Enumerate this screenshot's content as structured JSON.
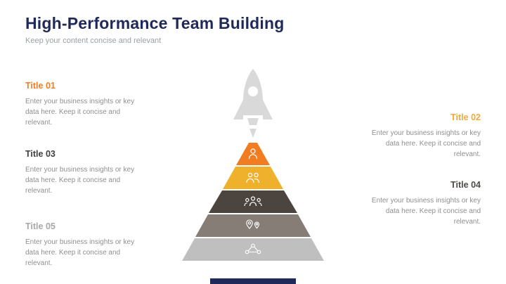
{
  "slide": {
    "title": "High-Performance Team Building",
    "subtitle": "Keep your content concise and relevant",
    "title_color": "#202a5a",
    "footer_bar_color": "#202a5a",
    "rocket_color": "#d9d9d9"
  },
  "items": [
    {
      "title": "Title 01",
      "title_color": "#f07d22",
      "side": "left",
      "body": "Enter your business insights or key data here. Keep it concise and relevant."
    },
    {
      "title": "Title 02",
      "title_color": "#f2a93b",
      "side": "right",
      "body": "Enter your business insights or key data here. Keep it concise and relevant."
    },
    {
      "title": "Title 03",
      "title_color": "#3f3f3f",
      "side": "left",
      "body": "Enter your business insights or key data here. Keep it concise and relevant."
    },
    {
      "title": "Title 04",
      "title_color": "#4f4a45",
      "side": "right",
      "body": "Enter your business insights or key data here. Keep it concise and relevant."
    },
    {
      "title": "Title 05",
      "title_color": "#a8a8a8",
      "side": "left",
      "body": "Enter your business insights or key data here. Keep it concise and relevant."
    }
  ],
  "pyramid": {
    "layers": [
      {
        "level": 1,
        "color": "#f07d22",
        "icon": "person-icon"
      },
      {
        "level": 2,
        "color": "#efb02c",
        "icon": "people-icon"
      },
      {
        "level": 3,
        "color": "#4c443e",
        "icon": "group-icon"
      },
      {
        "level": 4,
        "color": "#867d77",
        "icon": "location-people-icon"
      },
      {
        "level": 5,
        "color": "#bfbfbf",
        "icon": "network-people-icon"
      }
    ]
  }
}
